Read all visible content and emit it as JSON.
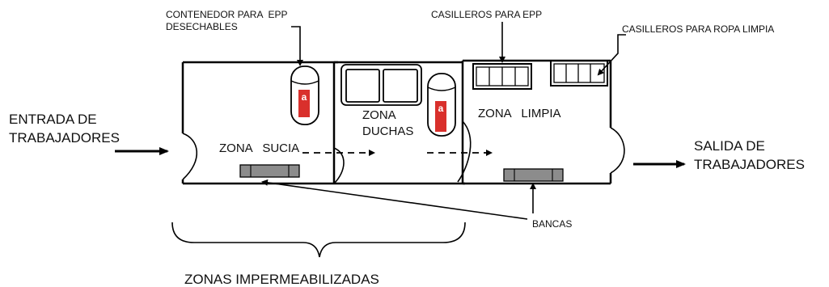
{
  "labels": {
    "entrada_line1": "ENTRADA DE",
    "entrada_line2": "TRABAJADORES",
    "salida_line1": "SALIDA DE",
    "salida_line2": "TRABAJADORES",
    "zona_sucia": "ZONA   SUCIA",
    "zona_duchas_line1": "ZONA",
    "zona_duchas_line2": "DUCHAS",
    "zona_limpia": "ZONA   LIMPIA",
    "contenedor_line1": "CONTENEDOR PARA  EPP",
    "contenedor_line2": "DESECHABLES",
    "casilleros_epp": "CASILLEROS PARA EPP",
    "casilleros_ropa": "CASILLEROS PARA ROPA LIMPIA",
    "bancas": "BANCAS",
    "zonas_impermeabilizadas": "ZONAS IMPERMEABILIZADAS",
    "container_logo_letter": "a"
  },
  "colors": {
    "line": "#000000",
    "bench_fill": "#8c8c8c",
    "container_logo": "#d9302c"
  },
  "icons": [
    "waste-container-icon",
    "bench-icon",
    "locker-icon",
    "shower-icon",
    "door-icon",
    "arrow-icon"
  ]
}
